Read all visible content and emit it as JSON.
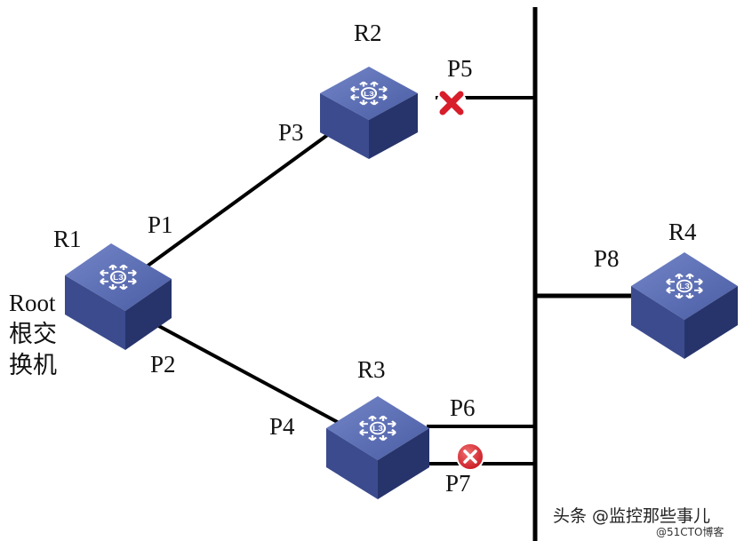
{
  "routers": {
    "r1": "R1",
    "r2": "R2",
    "r3": "R3",
    "r4": "R4"
  },
  "ports": {
    "p1": "P1",
    "p2": "P2",
    "p3": "P3",
    "p4": "P4",
    "p5": "P5",
    "p6": "P6",
    "p7": "P7",
    "p8": "P8"
  },
  "root_label": {
    "line1": "Root",
    "line2": "根交",
    "line3": "换机"
  },
  "blocked_ports": [
    "P5",
    "P7"
  ],
  "watermark": {
    "main": "头条 @监控那些事儿",
    "sub": "@51CTO博客"
  },
  "colors": {
    "switch_top": "#5c6fb3",
    "switch_side": "#2f3d7a",
    "blocked_red": "#d81e2b"
  }
}
